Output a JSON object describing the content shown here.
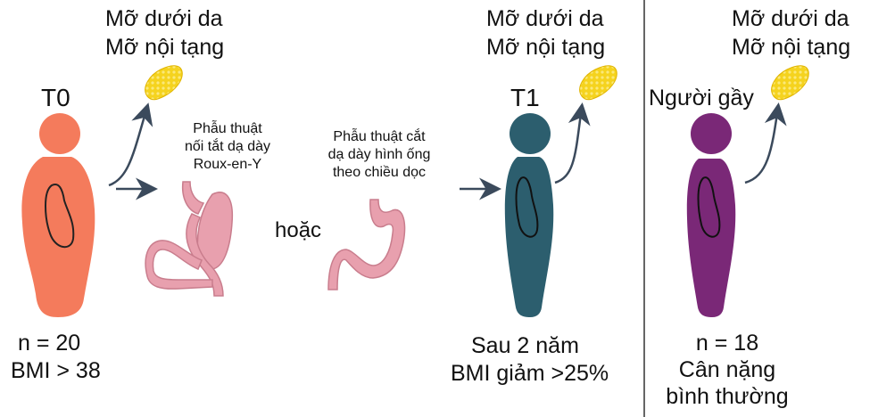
{
  "colors": {
    "t0": "#f47b5c",
    "t1": "#2c5e6e",
    "lean": "#7a2877",
    "fat": "#f5d31e",
    "arrow": "#3b4a5c",
    "stomach": "#e8a0ae"
  },
  "group_t0": {
    "fat_lines": [
      "Mỡ dưới da",
      "Mỡ nội tạng"
    ],
    "label": "T0",
    "stats": [
      "n = 20",
      "BMI > 38"
    ]
  },
  "surgery": {
    "rygb": [
      "Phẫu thuật",
      "nối tắt dạ dày",
      "Roux-en-Y"
    ],
    "or": "hoặc",
    "sleeve": [
      "Phẫu thuật cắt",
      "dạ dày hình ống",
      "theo chiều dọc"
    ]
  },
  "group_t1": {
    "fat_lines": [
      "Mỡ dưới da",
      "Mỡ nội tạng"
    ],
    "label": "T1",
    "stats": [
      "Sau 2 năm",
      "BMI giảm >25%"
    ]
  },
  "group_lean": {
    "fat_lines": [
      "Mỡ dưới da",
      "Mỡ nội tạng"
    ],
    "label": "Người gầy",
    "stats": [
      "n = 18",
      "Cân nặng",
      "bình thường"
    ]
  }
}
